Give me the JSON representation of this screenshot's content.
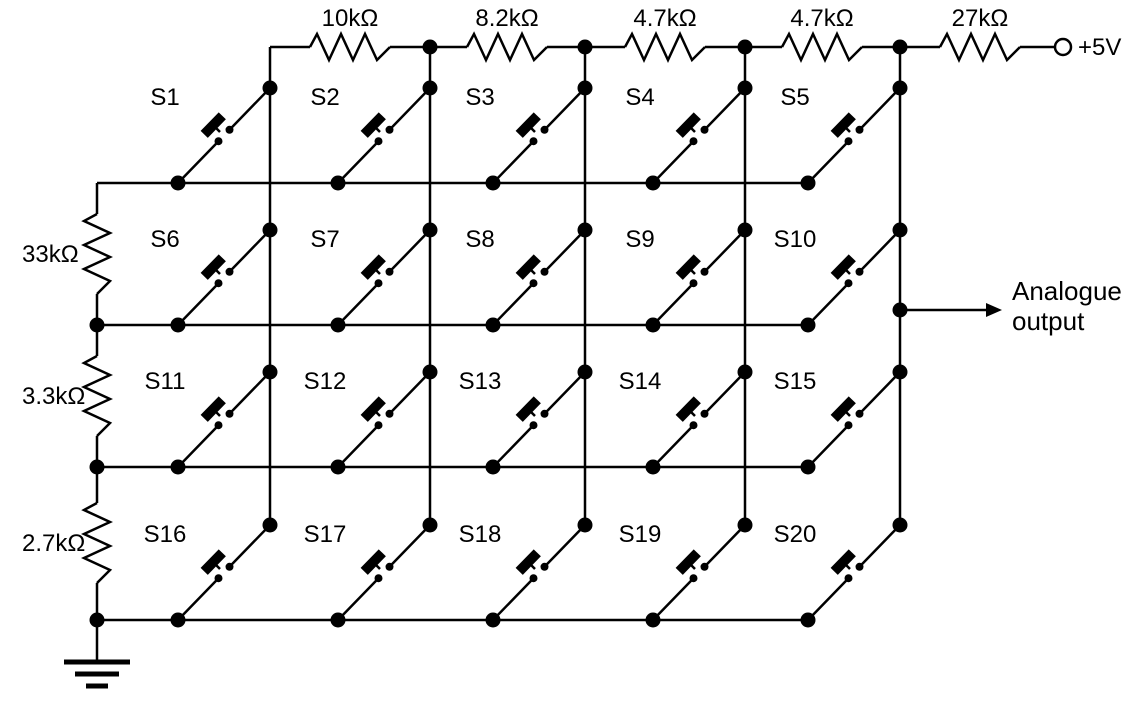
{
  "labels": {
    "supply": "+5V",
    "output_line1": "Analogue",
    "output_line2": "output"
  },
  "top_resistors": [
    "10kΩ",
    "8.2kΩ",
    "4.7kΩ",
    "4.7kΩ",
    "27kΩ"
  ],
  "side_resistors": [
    "33kΩ",
    "3.3kΩ",
    "2.7kΩ"
  ],
  "switches": [
    "S1",
    "S2",
    "S3",
    "S4",
    "S5",
    "S6",
    "S7",
    "S8",
    "S9",
    "S10",
    "S11",
    "S12",
    "S13",
    "S14",
    "S15",
    "S16",
    "S17",
    "S18",
    "S19",
    "S20"
  ],
  "colors": {
    "line": "#000000",
    "background": "#ffffff"
  }
}
